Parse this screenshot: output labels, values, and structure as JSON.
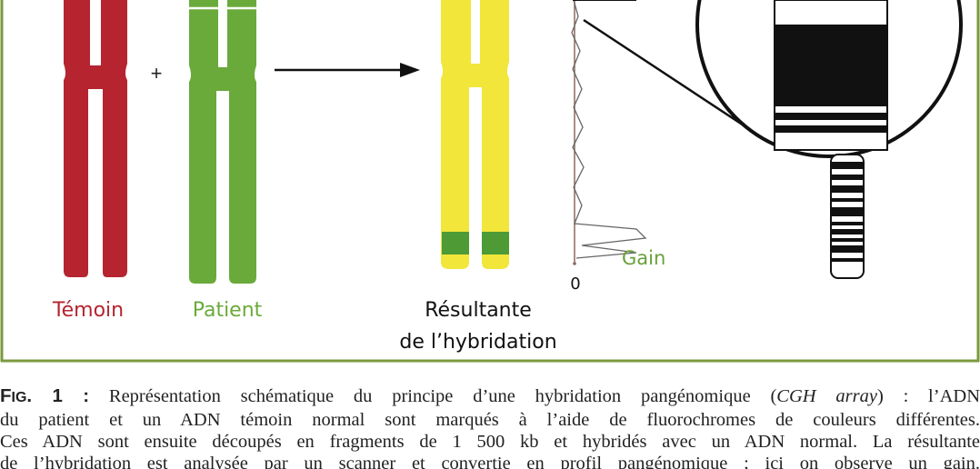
{
  "labels": {
    "temoin": "Témoin",
    "patient": "Patient",
    "plus": "+",
    "resultante_line1": "Résultante",
    "resultante_line2": "de l’hybridation",
    "gain": "Gain",
    "zero": "0"
  },
  "caption": {
    "fig_label_prefix": "F",
    "fig_label_smallcaps": "IG",
    "fig_label_suffix": ". 1 :",
    "line1_a": "Représentation schématique du principe d’une hybridation pangénomique (",
    "line1_em": "CGH array",
    "line1_b": ") : l’ADN",
    "line2": "du patient et un ADN témoin normal sont marqués à l’aide de fluorochromes de couleurs différentes.",
    "line3": "Ces ADN sont ensuite découpés en fragments de 1 500 kb et hybridés avec un ADN normal. La résultante",
    "line4": "de l’hybridation est analysée par un scanner et convertie en profil pangénomique ; ici on observe un gain."
  },
  "colors": {
    "frame": "#7a9a3e",
    "temoin": "#b5242f",
    "patient": "#6aaa3a",
    "yellow": "#f2e63a",
    "band": "#4e9a35",
    "gain_text": "#6aa03a"
  }
}
